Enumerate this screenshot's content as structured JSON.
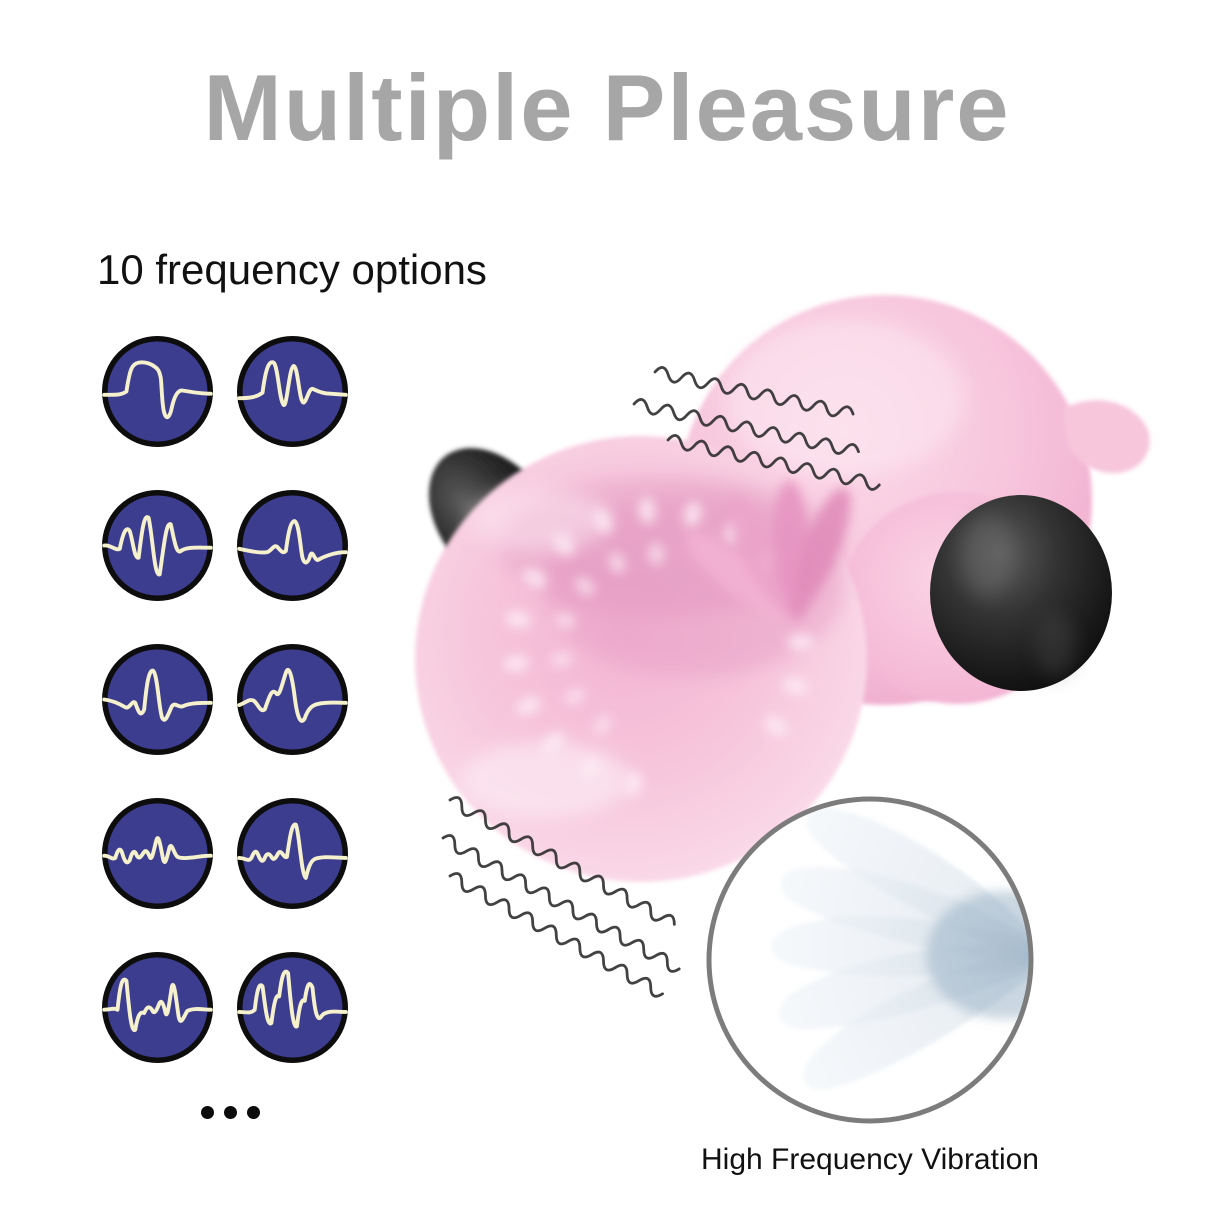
{
  "title": "Multiple Pleasure",
  "features": {
    "frequency": {
      "heading": "10 frequency options",
      "options": [
        {
          "icon": "waveform-plateau-pulse"
        },
        {
          "icon": "waveform-triple-bump"
        },
        {
          "icon": "waveform-strong-burst"
        },
        {
          "icon": "waveform-ripple-spike"
        },
        {
          "icon": "waveform-sharp-spike"
        },
        {
          "icon": "waveform-peak-deep-dip"
        },
        {
          "icon": "waveform-rapid-jitter"
        },
        {
          "icon": "waveform-jitter-spike"
        },
        {
          "icon": "waveform-jagged-pulse"
        },
        {
          "icon": "waveform-dense-burst"
        }
      ],
      "more_indicator_icon": "ellipsis-dots"
    },
    "vibration": {
      "caption": "High Frequency Vibration"
    }
  },
  "colors": {
    "title_gray": "#a6a6a6",
    "text_black": "#111111",
    "wave_bg": "#3d3d90",
    "wave_line": "#f5f1cd",
    "wave_border": "#0d0d0d",
    "product_pink": "#f5bcd7",
    "product_pink_light": "#fbdcea",
    "motor_black": "#1a1a1a",
    "squiggle": "#2e2e2e",
    "inset_border": "#7c7c7c",
    "inset_petal": "#c9d6e2"
  }
}
